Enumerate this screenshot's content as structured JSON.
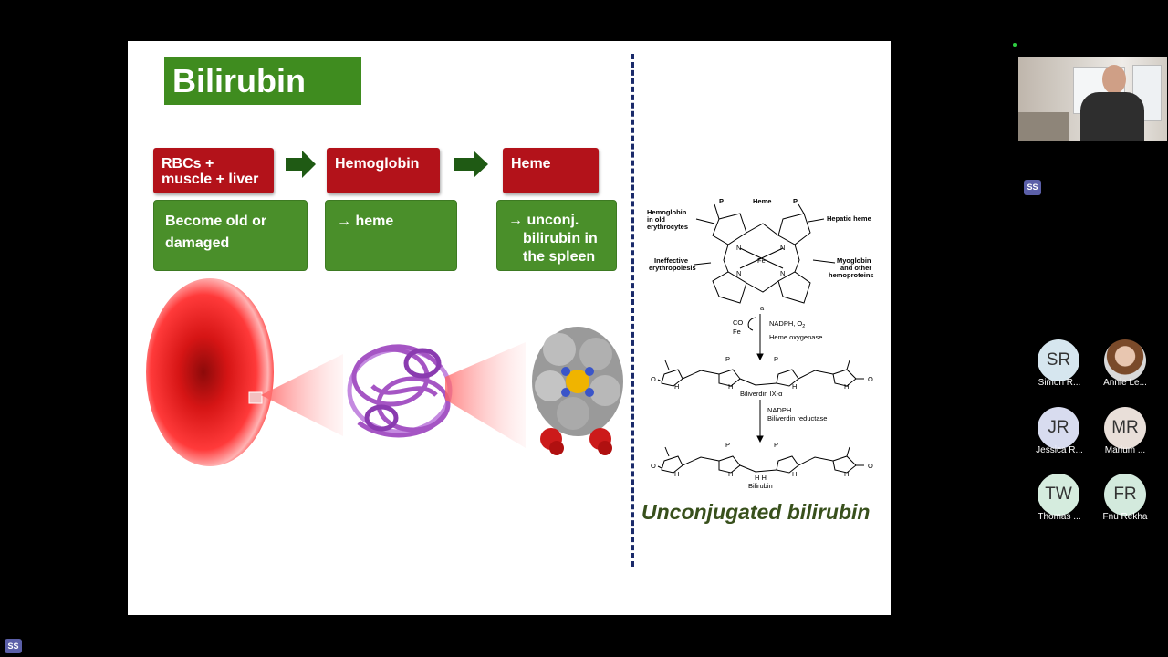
{
  "slide": {
    "title": "Bilirubin",
    "flow": [
      {
        "label_lines": [
          "RBCs +",
          "muscle + liver"
        ],
        "desc_lines": [
          "Become old or",
          "damaged"
        ]
      },
      {
        "label_lines": [
          "Hemoglobin"
        ],
        "desc_lines": [
          "→ heme"
        ]
      },
      {
        "label_lines": [
          "Heme"
        ],
        "desc_lines": [
          "→ unconj.",
          "bilirubin in",
          "the spleen"
        ]
      }
    ],
    "diagram": {
      "heme_top": "Heme",
      "p_label": "P",
      "hb_old": [
        "Hemoglobin",
        "in old",
        "erythrocytes"
      ],
      "hepatic": "Hepatic heme",
      "ineffective": [
        "Ineffective",
        "erythropoiesis"
      ],
      "myoglobin": [
        "Myoglobin",
        "and other",
        "hemoproteins"
      ],
      "n": "N",
      "fe": "Fe",
      "alpha_a": "a",
      "co": "CO",
      "fe_out": "Fe",
      "nadph_o2": "NADPH, O",
      "o2_sub": "2",
      "heme_oxygenase": "Heme oxygenase",
      "biliverdin": "Biliverdin IX-α",
      "nadph": "NADPH",
      "bv_reductase": "Biliverdin reductase",
      "bilirubin": "Bilirubin",
      "h": "H",
      "hh": "H  H",
      "o": "O"
    },
    "right_title": "Unconjugated bilirubin"
  },
  "participants": [
    {
      "initials": "SR",
      "name": "Simon R...",
      "color": "#d6e6ef"
    },
    {
      "initials": "",
      "name": "Annie Le...",
      "color": "#c9a690"
    },
    {
      "initials": "JR",
      "name": "Jessica R...",
      "color": "#d8dcef"
    },
    {
      "initials": "MR",
      "name": "Marium ...",
      "color": "#e9dfd9"
    },
    {
      "initials": "TW",
      "name": "Thomas ...",
      "color": "#d5ecde"
    },
    {
      "initials": "FR",
      "name": "Fnu Rekha",
      "color": "#d3eadd"
    }
  ],
  "self_badge": "SS",
  "corner_badge": "SS"
}
